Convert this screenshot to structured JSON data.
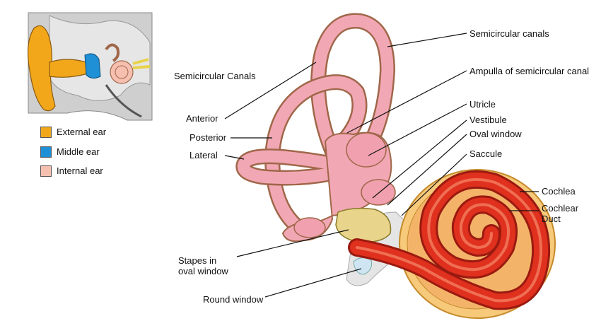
{
  "legend": {
    "items": [
      {
        "label": "External ear",
        "color": "#f2a71b"
      },
      {
        "label": "Middle ear",
        "color": "#1f8fd6"
      },
      {
        "label": "Internal ear",
        "color": "#f6c0b0"
      }
    ]
  },
  "labels": {
    "semicircular_canals_group": "Semicircular Canals",
    "anterior": "Anterior",
    "posterior": "Posterior",
    "lateral": "Lateral",
    "stapes": "Stapes in oval window",
    "round_window": "Round window",
    "semicircular_canals": "Semicircular canals",
    "ampulla": "Ampulla of semicircular canal",
    "utricle": "Utricle",
    "vestibule": "Vestibule",
    "oval_window": "Oval window",
    "saccule": "Saccule",
    "cochlea": "Cochlea",
    "cochlear_duct": "Cochlear Duct"
  },
  "colors": {
    "canal": "#f2a8b4",
    "canal_edge": "#a0674a",
    "cochlea_outer": "#f7c97a",
    "cochlea_duct": "#e0301e",
    "bone": "#d9d9d9"
  }
}
